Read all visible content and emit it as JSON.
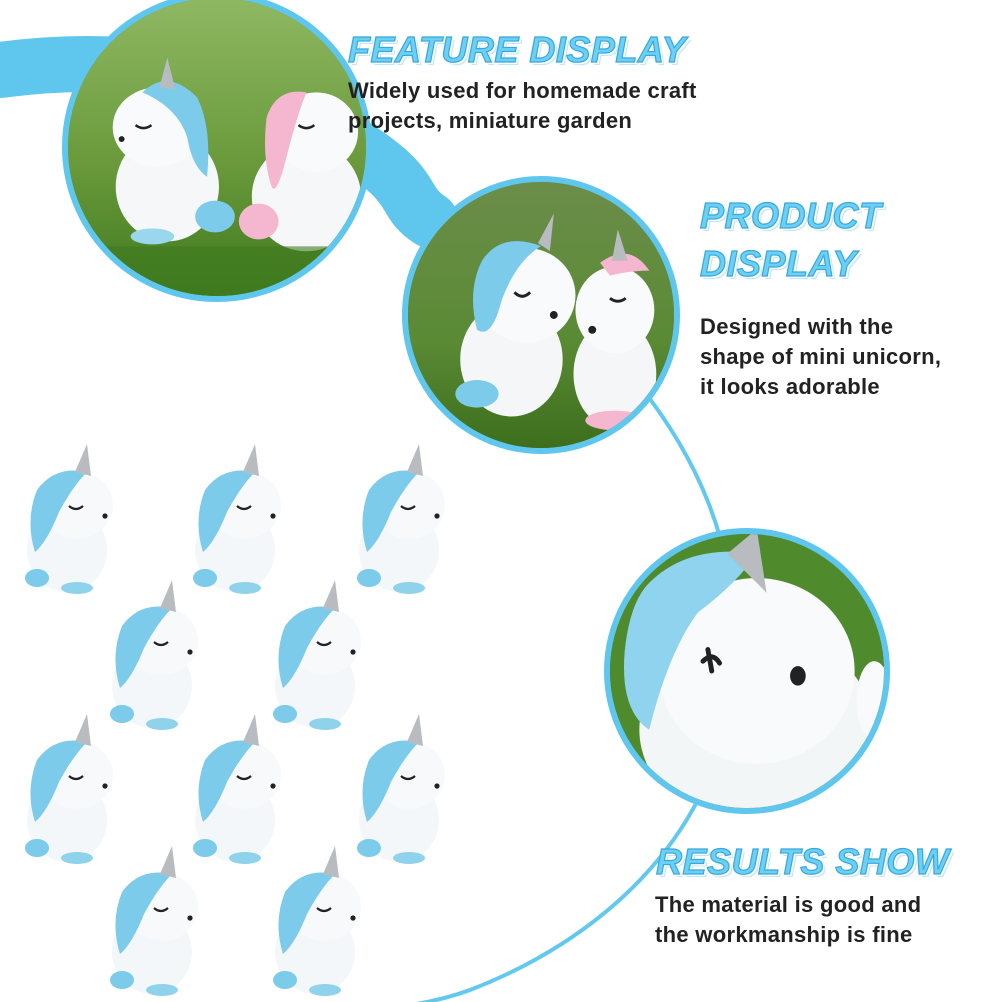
{
  "sections": [
    {
      "heading": "FEATURE DISPLAY",
      "desc_lines": [
        "Widely used for homemade craft",
        "projects, miniature garden"
      ]
    },
    {
      "heading_lines": [
        "PRODUCT",
        "DISPLAY"
      ],
      "desc_lines": [
        "Designed with the",
        "shape of mini unicorn,",
        "it looks adorable"
      ]
    },
    {
      "heading": "RESULTS SHOW",
      "desc_lines": [
        "The material is good and",
        "the workmanship is fine"
      ]
    }
  ],
  "colors": {
    "accent": "#5fc6ee",
    "heading": "#6ad0f4",
    "text": "#222222",
    "mane_blue": "#7ccbea",
    "mane_pink": "#f5b6cf",
    "horn": "#b8bcc0",
    "grass": "#5f8f35"
  },
  "figure_count": 10
}
